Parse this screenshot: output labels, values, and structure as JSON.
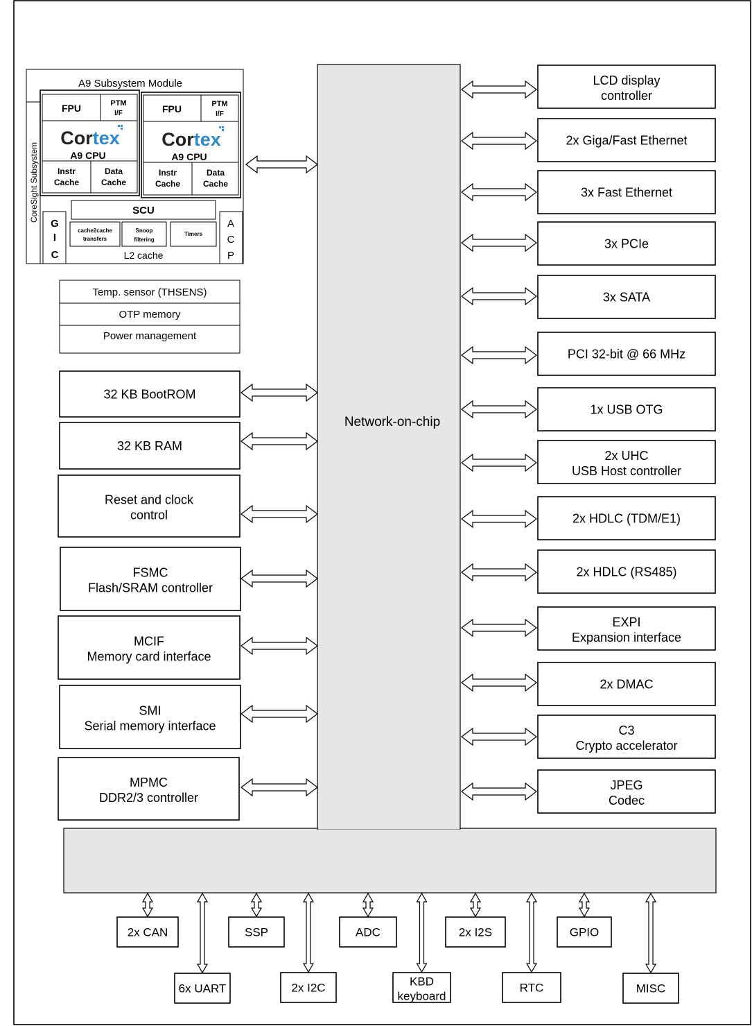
{
  "cpu_subsystem": {
    "title": "A9 Subsystem Module",
    "coresight": "CoreSight Subsystem",
    "cores": [
      {
        "fpu": "FPU",
        "ptm_line1": "PTM",
        "ptm_line2": "I/F",
        "logo_a": "Cor",
        "logo_b": "tex",
        "cpu": "A9 CPU",
        "icache_1": "Instr",
        "icache_2": "Cache",
        "dcache_1": "Data",
        "dcache_2": "Cache"
      },
      {
        "fpu": "FPU",
        "ptm_line1": "PTM",
        "ptm_line2": "I/F",
        "logo_a": "Cor",
        "logo_b": "tex",
        "cpu": "A9 CPU",
        "icache_1": "Instr",
        "icache_2": "Cache",
        "dcache_1": "Data",
        "dcache_2": "Cache"
      }
    ],
    "scu": "SCU",
    "gic": [
      "G",
      "I",
      "C"
    ],
    "acp": [
      "A",
      "C",
      "P"
    ],
    "l2_blocks": [
      {
        "line1": "cache2cache",
        "line2": "transfers"
      },
      {
        "line1": "Snoop",
        "line2": "filtering"
      },
      {
        "line1": "Timers",
        "line2": ""
      }
    ],
    "l2": "L2 cache"
  },
  "misc_stack": [
    "Temp. sensor (THSENS)",
    "OTP memory",
    "Power management"
  ],
  "noc_label": "Network-on-chip",
  "left_blocks": [
    {
      "l1": "32 KB BootROM",
      "l2": ""
    },
    {
      "l1": "32 KB RAM",
      "l2": ""
    },
    {
      "l1": "Reset and clock",
      "l2": "control"
    },
    {
      "l1": "FSMC",
      "l2": "Flash/SRAM controller"
    },
    {
      "l1": "MCIF",
      "l2": "Memory card interface"
    },
    {
      "l1": "SMI",
      "l2": "Serial memory interface"
    },
    {
      "l1": "MPMC",
      "l2": "DDR2/3 controller"
    }
  ],
  "right_blocks": [
    {
      "l1": "LCD display",
      "l2": "controller"
    },
    {
      "l1": "2x Giga/Fast Ethernet",
      "l2": ""
    },
    {
      "l1": "3x Fast Ethernet",
      "l2": ""
    },
    {
      "l1": "3x PCIe",
      "l2": ""
    },
    {
      "l1": "3x SATA",
      "l2": ""
    },
    {
      "l1": "PCI 32-bit  @ 66 MHz",
      "l2": ""
    },
    {
      "l1": "1x USB OTG",
      "l2": ""
    },
    {
      "l1": "2x UHC",
      "l2": "USB Host controller"
    },
    {
      "l1": "2x HDLC (TDM/E1)",
      "l2": ""
    },
    {
      "l1": "2x HDLC (RS485)",
      "l2": ""
    },
    {
      "l1": "EXPI",
      "l2": "Expansion interface"
    },
    {
      "l1": "2x DMAC",
      "l2": ""
    },
    {
      "l1": "C3",
      "l2": "Crypto accelerator"
    },
    {
      "l1": "JPEG",
      "l2": "Codec"
    }
  ],
  "bottom_blocks": [
    {
      "l1": "2x CAN",
      "l2": ""
    },
    {
      "l1": "6x UART",
      "l2": ""
    },
    {
      "l1": "SSP",
      "l2": ""
    },
    {
      "l1": "2x I2C",
      "l2": ""
    },
    {
      "l1": "ADC",
      "l2": ""
    },
    {
      "l1": "KBD",
      "l2": "keyboard"
    },
    {
      "l1": "2x I2S",
      "l2": ""
    },
    {
      "l1": "RTC",
      "l2": ""
    },
    {
      "l1": "GPIO",
      "l2": ""
    },
    {
      "l1": "MISC",
      "l2": ""
    }
  ],
  "colors": {
    "line": "#000000",
    "bus_fill": "#e6e6e6",
    "logo_dots": "#3b8fcf"
  }
}
